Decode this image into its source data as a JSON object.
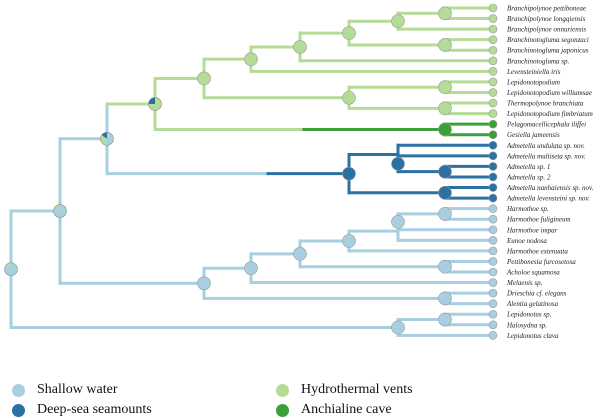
{
  "colors": {
    "shallow": "#a8cfe0",
    "hydro": "#b5dc96",
    "deep": "#2b71a3",
    "cave": "#3aa03a"
  },
  "legend": [
    {
      "key": "shallow",
      "label": "Shallow water"
    },
    {
      "key": "deep",
      "label": "Deep-sea seamounts"
    },
    {
      "key": "hydro",
      "label": "Hydrothermal vents"
    },
    {
      "key": "cave",
      "label": "Anchialine cave"
    }
  ],
  "tips": [
    {
      "label": "Branchipolynoe pettiboneae",
      "habitat": "hydro"
    },
    {
      "label": "Branchipolynoe longqiensis",
      "habitat": "hydro"
    },
    {
      "label": "Branchipolynoe onnuriensis",
      "habitat": "hydro"
    },
    {
      "label": "Branchinotogluma segonzaci",
      "habitat": "hydro"
    },
    {
      "label": "Branchinotogluma japonicus",
      "habitat": "hydro"
    },
    {
      "label": "Branchinotogluma sp.",
      "habitat": "hydro"
    },
    {
      "label": "Levensteiniella iris",
      "habitat": "hydro"
    },
    {
      "label": "Lepidonotopodium",
      "habitat": "hydro"
    },
    {
      "label": "Lepidonotopodium williamsae",
      "habitat": "hydro"
    },
    {
      "label": "Thermopolynoe branchiata",
      "habitat": "hydro"
    },
    {
      "label": "Lepidonotopodium fimbriatum",
      "habitat": "hydro"
    },
    {
      "label": "Pelagomacellicephala iliffei",
      "habitat": "cave"
    },
    {
      "label": "Gesiella jameensis",
      "habitat": "cave"
    },
    {
      "label": "Admetella undulata sp. nov.",
      "habitat": "deep"
    },
    {
      "label": "Admetella multiseta sp. nov.",
      "habitat": "deep"
    },
    {
      "label": "Admetella sp. 1",
      "habitat": "deep"
    },
    {
      "label": "Admetella sp. 2",
      "habitat": "deep"
    },
    {
      "label": "Admetella nanhaiensis sp. nov.",
      "habitat": "deep"
    },
    {
      "label": "Admetella levensteini sp. nov.",
      "habitat": "deep"
    },
    {
      "label": "Harmothoe sp.",
      "habitat": "shallow"
    },
    {
      "label": "Harmothoe fuligineum",
      "habitat": "shallow"
    },
    {
      "label": "Harmothoe impar",
      "habitat": "shallow"
    },
    {
      "label": "Eunoe nodosa",
      "habitat": "shallow"
    },
    {
      "label": "Harmothoe extenuata",
      "habitat": "shallow"
    },
    {
      "label": "Pettibonesia furcosetosa",
      "habitat": "shallow"
    },
    {
      "label": "Acholoe squamosa",
      "habitat": "shallow"
    },
    {
      "label": "Melaenis sp.",
      "habitat": "shallow"
    },
    {
      "label": "Drieschia cf. elegans",
      "habitat": "shallow"
    },
    {
      "label": "Alentia gelatinosa",
      "habitat": "shallow"
    },
    {
      "label": "Lepidonotus sp.",
      "habitat": "shallow"
    },
    {
      "label": "Halosydna sp.",
      "habitat": "shallow"
    },
    {
      "label": "Lepidonotus clava",
      "habitat": "shallow"
    }
  ]
}
